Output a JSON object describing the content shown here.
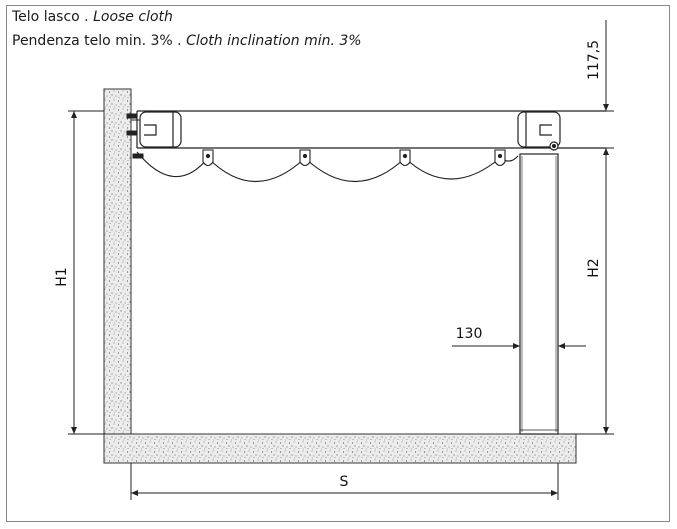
{
  "captions": {
    "line1": {
      "it": "Telo lasco",
      "sep": " . ",
      "en": "Loose cloth"
    },
    "line2": {
      "it": "Pendenza telo min. 3%",
      "sep": " . ",
      "en": "Cloth inclination min. 3%"
    }
  },
  "dimensions": {
    "top_offset": "117,5",
    "h1": "H1",
    "h2": "H2",
    "post_width": "130",
    "span": "S"
  },
  "colors": {
    "line": "#222222",
    "concrete": "#e9e9e9"
  }
}
